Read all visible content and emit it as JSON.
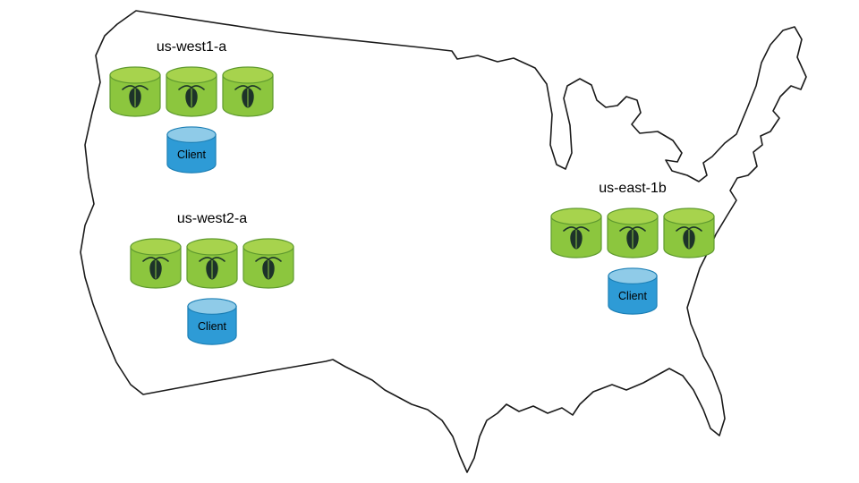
{
  "clusters": [
    {
      "label": "us-west1-a",
      "node_count": 3,
      "client_label": "Client"
    },
    {
      "label": "us-west2-a",
      "node_count": 3,
      "client_label": "Client"
    },
    {
      "label": "us-east-1b",
      "node_count": 3,
      "client_label": "Client"
    }
  ],
  "icons": {
    "node_icon": "database-cylinder-with-cockroach-icon",
    "client_icon": "database-cylinder-client",
    "map_icon": "us-map-outline"
  },
  "colors": {
    "node_fill": "#8CC63E",
    "node_top": "#A7D34D",
    "node_stroke": "#5F9A2E",
    "client_fill": "#2E9BD6",
    "client_top": "#8FCBE8",
    "client_stroke": "#1C7FB5",
    "bug_icon": "#1D3329",
    "map_outline": "#1A1A1A"
  }
}
